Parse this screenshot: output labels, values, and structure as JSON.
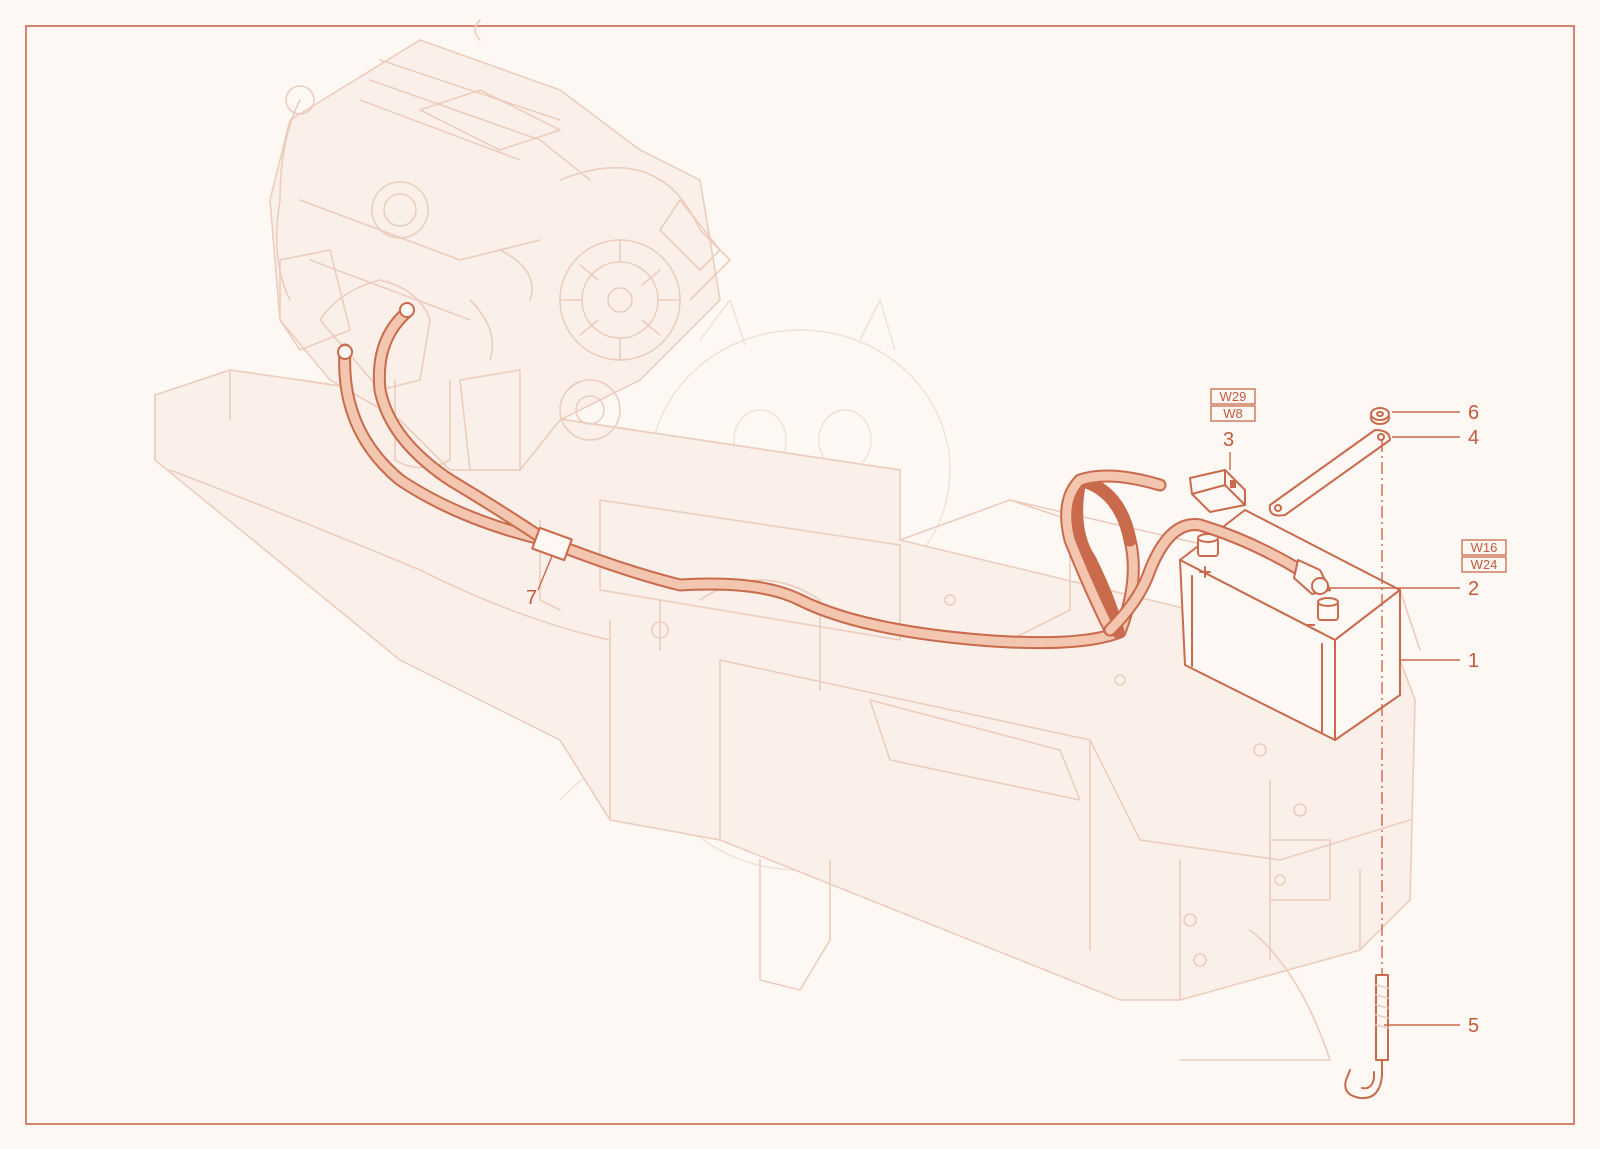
{
  "callouts": {
    "c1": "1",
    "c2": "2",
    "c3": "3",
    "c4": "4",
    "c5": "5",
    "c6": "6",
    "c7": "7"
  },
  "references": {
    "part3_top": "W29",
    "part3_bottom": "W8",
    "part2_top": "W16",
    "part2_bottom": "W24"
  },
  "colors": {
    "accent": "#c96a4c",
    "ghost": "#eccdbd",
    "background": "#fdf8f3"
  }
}
